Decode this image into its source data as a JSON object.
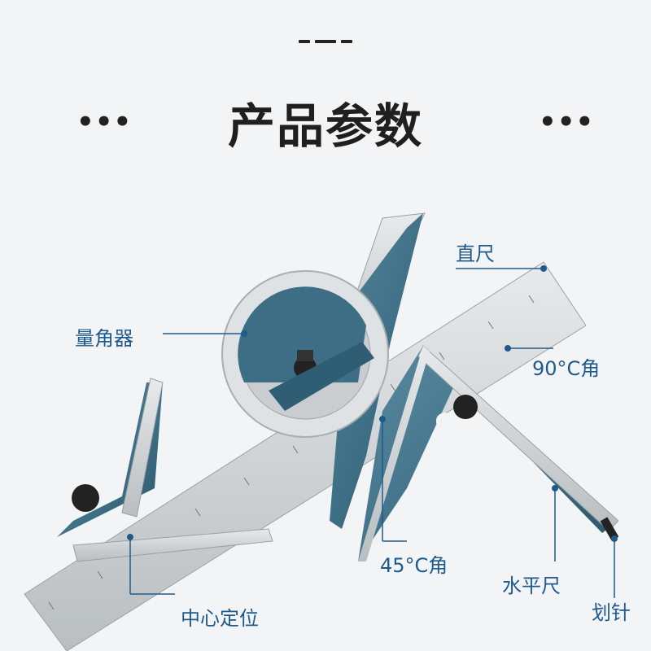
{
  "header": {
    "title": "产品参数",
    "left_dots_label": "•••",
    "right_dots_label": "•••",
    "top_decoration": "-—-"
  },
  "callouts": {
    "ruler": "直尺",
    "protractor": "量角器",
    "angle_90": "90°C角",
    "angle_45": "45°C角",
    "level": "水平尺",
    "scriber": "划针",
    "center_finder": "中心定位"
  },
  "colors": {
    "accent": "#1f5a8c",
    "tool_body": "#3e6e85",
    "steel": "#d3d6d8",
    "background": "#f3f4f6"
  }
}
